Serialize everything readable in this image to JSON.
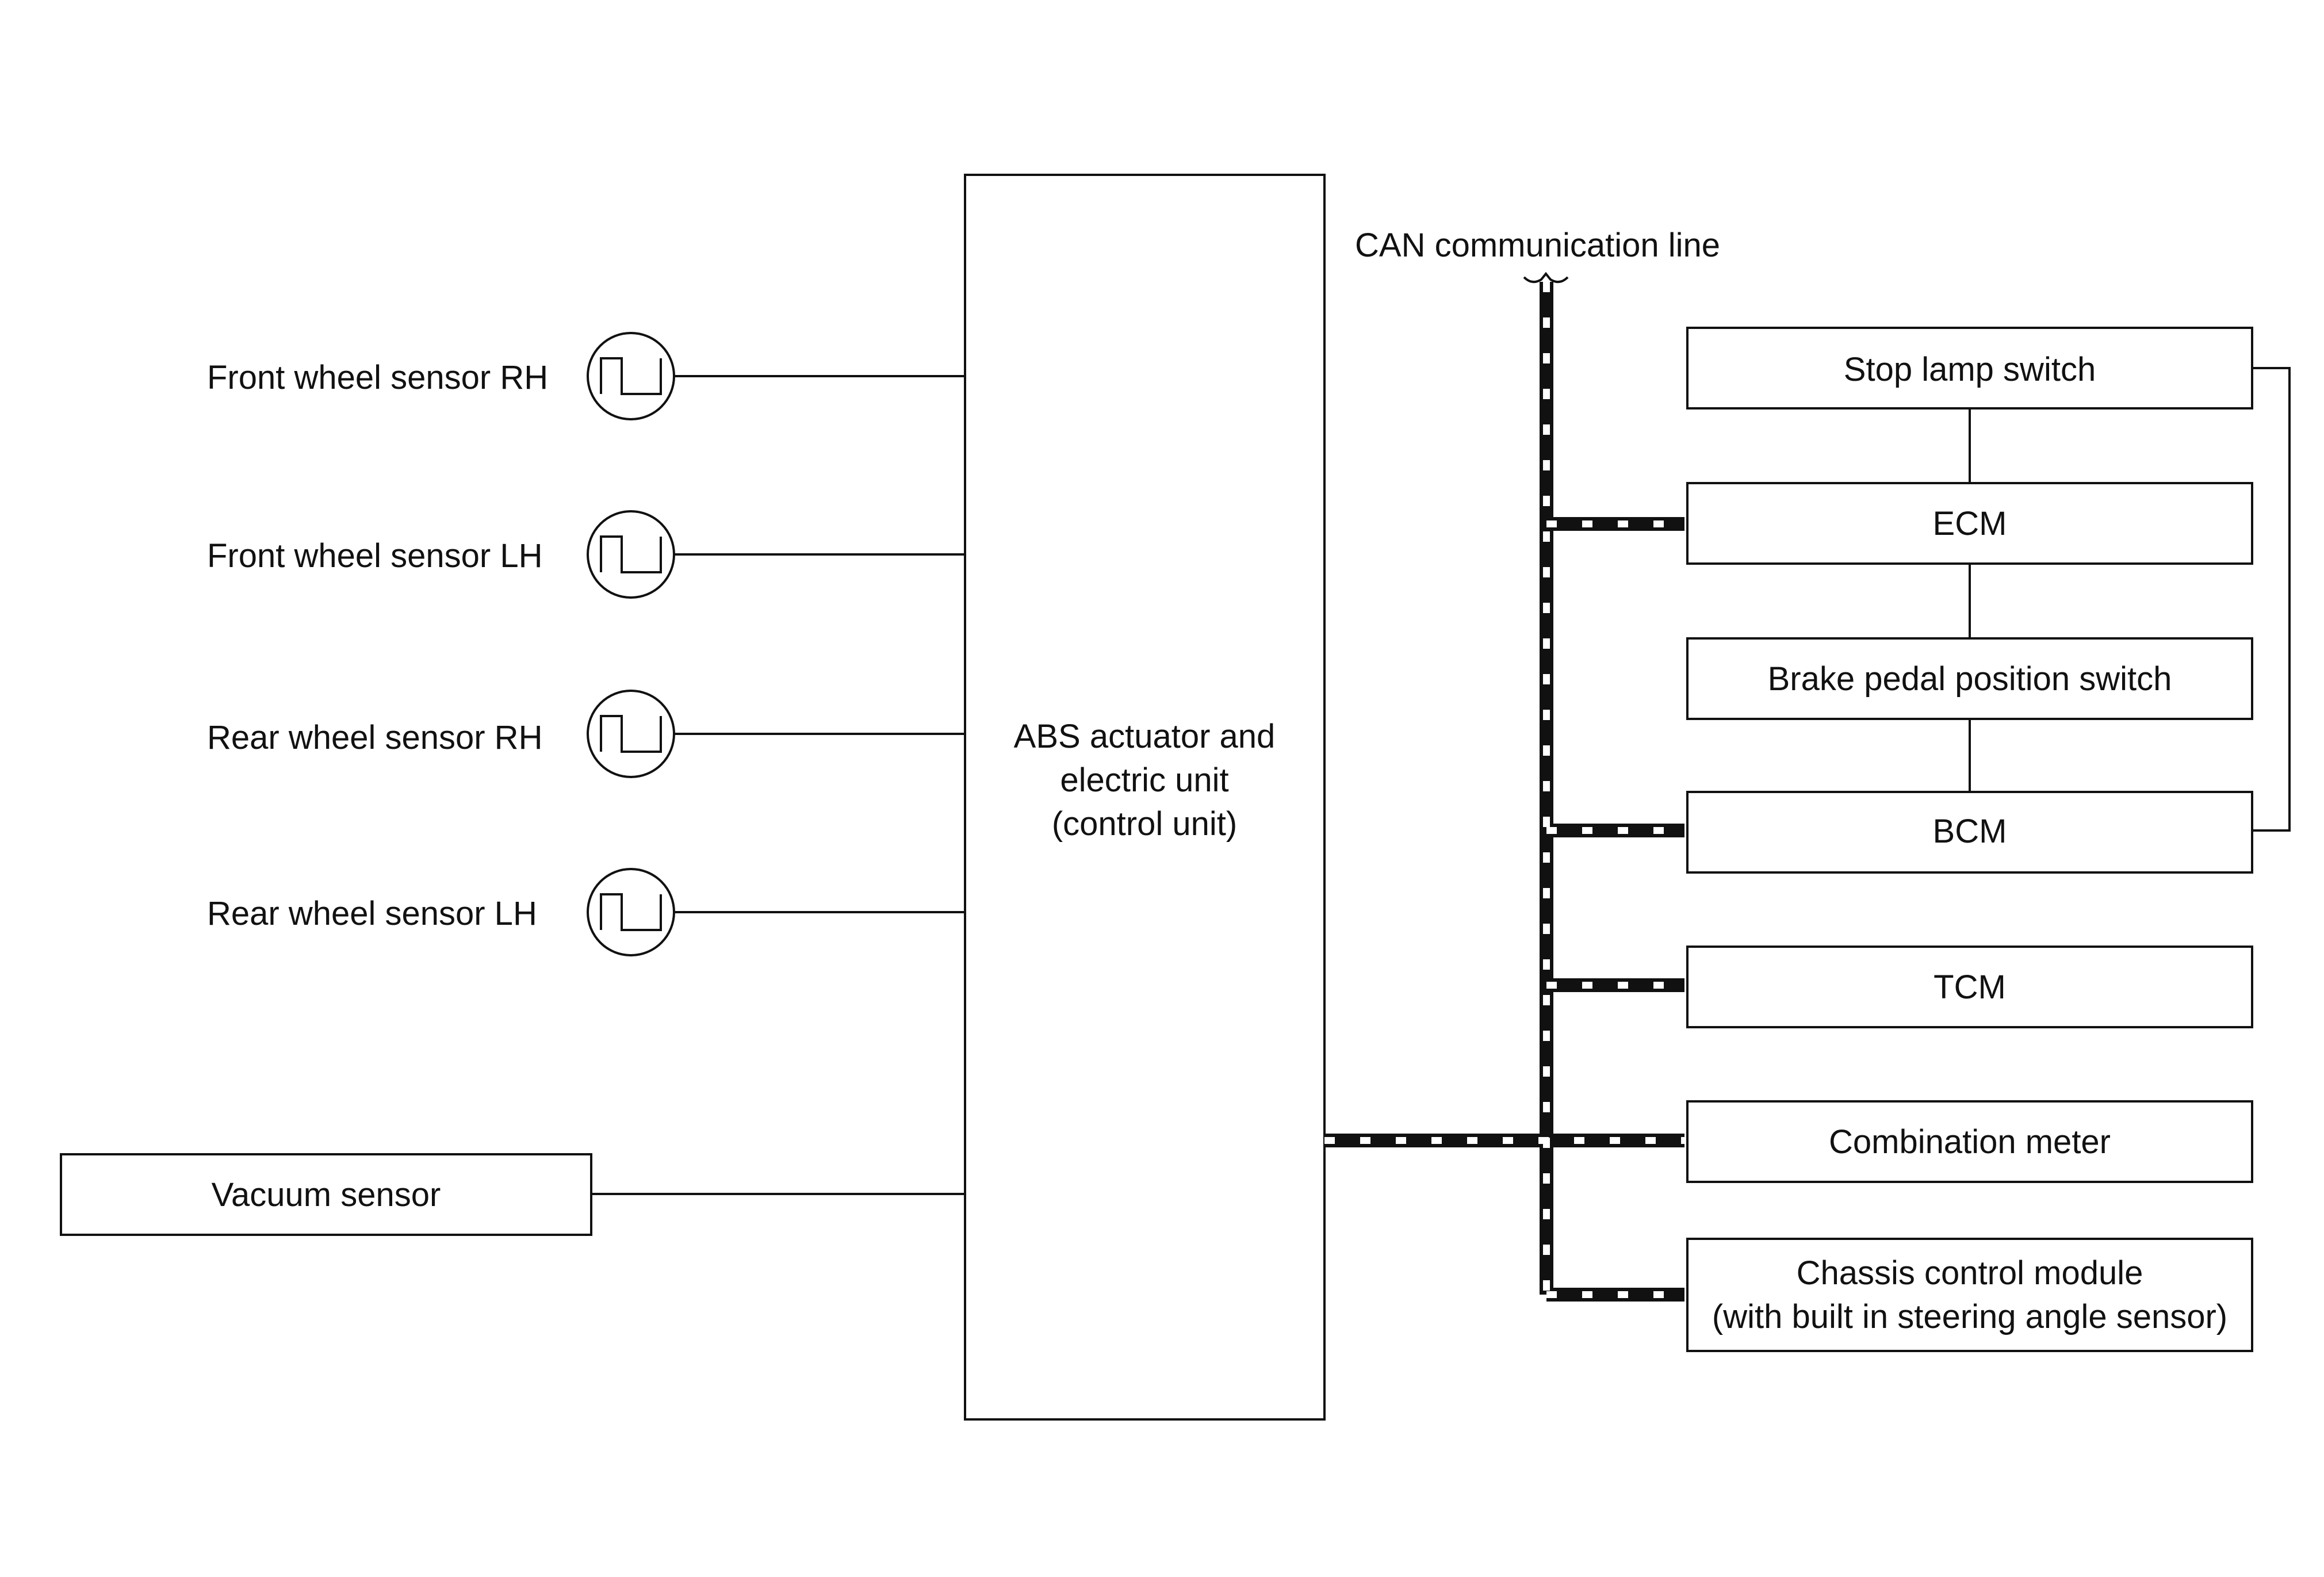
{
  "diagram": {
    "sensors": [
      {
        "label": "Front wheel sensor RH"
      },
      {
        "label": "Front wheel sensor LH"
      },
      {
        "label": "Rear wheel sensor RH"
      },
      {
        "label": "Rear wheel sensor LH"
      }
    ],
    "vacuum_sensor": "Vacuum sensor",
    "control_unit": {
      "line1": "ABS actuator and",
      "line2": "electric unit",
      "line3": "(control unit)"
    },
    "can_line": "CAN communication line",
    "modules": {
      "stop_lamp_switch": "Stop lamp switch",
      "ecm": "ECM",
      "brake_pedal_position_switch": "Brake pedal position switch",
      "bcm": "BCM",
      "tcm": "TCM",
      "combination_meter": "Combination meter",
      "chassis_control_line1": "Chassis control module",
      "chassis_control_line2": "(with built in steering angle sensor)"
    }
  }
}
